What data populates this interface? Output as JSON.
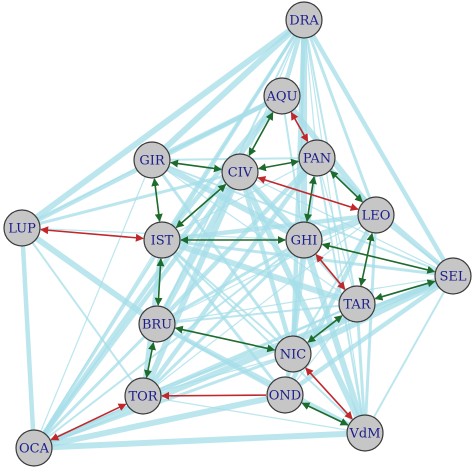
{
  "colors": {
    "background_edges": "#a6dde8",
    "green_edges": "#1e6b2e",
    "red_edges": "#c0282c",
    "node_fill": "#c6c6c6",
    "node_stroke": "#3a3a3a",
    "label": "#1c1c8c"
  },
  "nodes": [
    {
      "id": "DRA",
      "label": "DRA"
    },
    {
      "id": "AQU",
      "label": "AQU"
    },
    {
      "id": "GIR",
      "label": "GIR"
    },
    {
      "id": "CIV",
      "label": "CIV"
    },
    {
      "id": "PAN",
      "label": "PAN"
    },
    {
      "id": "LEO",
      "label": "LEO"
    },
    {
      "id": "LUP",
      "label": "LUP"
    },
    {
      "id": "IST",
      "label": "IST"
    },
    {
      "id": "GHI",
      "label": "GHI"
    },
    {
      "id": "SEL",
      "label": "SEL"
    },
    {
      "id": "TAR",
      "label": "TAR"
    },
    {
      "id": "BRU",
      "label": "BRU"
    },
    {
      "id": "NIC",
      "label": "NIC"
    },
    {
      "id": "TOR",
      "label": "TOR"
    },
    {
      "id": "OND",
      "label": "OND"
    },
    {
      "id": "OCA",
      "label": "OCA"
    },
    {
      "id": "VdM",
      "label": "VdM"
    }
  ],
  "green_edges": [
    {
      "from": "AQU",
      "to": "CIV",
      "directed": "both"
    },
    {
      "from": "GIR",
      "to": "CIV",
      "directed": "both"
    },
    {
      "from": "CIV",
      "to": "PAN",
      "directed": "both"
    },
    {
      "from": "PAN",
      "to": "LEO",
      "directed": "both"
    },
    {
      "from": "CIV",
      "to": "IST",
      "directed": "both"
    },
    {
      "from": "GIR",
      "to": "IST",
      "directed": "both"
    },
    {
      "from": "IST",
      "to": "GHI",
      "directed": "both"
    },
    {
      "from": "PAN",
      "to": "GHI",
      "directed": "both"
    },
    {
      "from": "LEO",
      "to": "TAR",
      "directed": "both"
    },
    {
      "from": "GHI",
      "to": "SEL",
      "directed": "both"
    },
    {
      "from": "TAR",
      "to": "SEL",
      "directed": "both"
    },
    {
      "from": "IST",
      "to": "BRU",
      "directed": "both"
    },
    {
      "from": "BRU",
      "to": "TOR",
      "directed": "both"
    },
    {
      "from": "BRU",
      "to": "NIC",
      "directed": "both"
    },
    {
      "from": "NIC",
      "to": "TAR",
      "directed": "both"
    },
    {
      "from": "OND",
      "to": "VdM",
      "directed": "both"
    }
  ],
  "red_edges": [
    {
      "from": "AQU",
      "to": "PAN",
      "directed": "both"
    },
    {
      "from": "CIV",
      "to": "LEO",
      "directed": "both"
    },
    {
      "from": "LUP",
      "to": "IST",
      "directed": "both"
    },
    {
      "from": "GHI",
      "to": "TAR",
      "directed": "both"
    },
    {
      "from": "OND",
      "to": "TOR",
      "directed": "forward"
    },
    {
      "from": "TOR",
      "to": "OCA",
      "directed": "both"
    },
    {
      "from": "NIC",
      "to": "VdM",
      "directed": "both"
    }
  ],
  "background_edges": [
    [
      "DRA",
      "AQU"
    ],
    [
      "DRA",
      "PAN"
    ],
    [
      "DRA",
      "LEO"
    ],
    [
      "DRA",
      "GHI"
    ],
    [
      "DRA",
      "TAR"
    ],
    [
      "DRA",
      "SEL"
    ],
    [
      "DRA",
      "CIV"
    ],
    [
      "DRA",
      "IST"
    ],
    [
      "DRA",
      "GIR"
    ],
    [
      "DRA",
      "BRU"
    ],
    [
      "DRA",
      "NIC"
    ],
    [
      "DRA",
      "VdM"
    ],
    [
      "DRA",
      "OCA"
    ],
    [
      "DRA",
      "LUP"
    ],
    [
      "SEL",
      "LEO"
    ],
    [
      "SEL",
      "PAN"
    ],
    [
      "SEL",
      "CIV"
    ],
    [
      "SEL",
      "IST"
    ],
    [
      "SEL",
      "NIC"
    ],
    [
      "SEL",
      "VdM"
    ],
    [
      "SEL",
      "OND"
    ],
    [
      "SEL",
      "BRU"
    ],
    [
      "SEL",
      "TOR"
    ],
    [
      "SEL",
      "OCA"
    ],
    [
      "SEL",
      "GIR"
    ],
    [
      "OCA",
      "LUP"
    ],
    [
      "OCA",
      "IST"
    ],
    [
      "OCA",
      "BRU"
    ],
    [
      "OCA",
      "VdM"
    ],
    [
      "OCA",
      "GHI"
    ],
    [
      "OCA",
      "CIV"
    ],
    [
      "OCA",
      "GIR"
    ],
    [
      "OCA",
      "NIC"
    ],
    [
      "OCA",
      "OND"
    ],
    [
      "OCA",
      "TAR"
    ],
    [
      "OCA",
      "AQU"
    ],
    [
      "LUP",
      "GIR"
    ],
    [
      "LUP",
      "CIV"
    ],
    [
      "LUP",
      "BRU"
    ],
    [
      "LUP",
      "TOR"
    ],
    [
      "LUP",
      "AQU"
    ],
    [
      "LUP",
      "GHI"
    ],
    [
      "VdM",
      "TAR"
    ],
    [
      "VdM",
      "GHI"
    ],
    [
      "VdM",
      "IST"
    ],
    [
      "VdM",
      "BRU"
    ],
    [
      "VdM",
      "TOR"
    ],
    [
      "VdM",
      "LEO"
    ],
    [
      "VdM",
      "CIV"
    ],
    [
      "VdM",
      "PAN"
    ],
    [
      "TOR",
      "IST"
    ],
    [
      "TOR",
      "NIC"
    ],
    [
      "TOR",
      "GHI"
    ],
    [
      "TOR",
      "CIV"
    ],
    [
      "TOR",
      "TAR"
    ],
    [
      "TOR",
      "PAN"
    ],
    [
      "TOR",
      "LEO"
    ],
    [
      "BRU",
      "GHI"
    ],
    [
      "BRU",
      "CIV"
    ],
    [
      "BRU",
      "TAR"
    ],
    [
      "BRU",
      "PAN"
    ],
    [
      "BRU",
      "LEO"
    ],
    [
      "BRU",
      "OND"
    ],
    [
      "IST",
      "TAR"
    ],
    [
      "IST",
      "NIC"
    ],
    [
      "IST",
      "LEO"
    ],
    [
      "IST",
      "PAN"
    ],
    [
      "IST",
      "OND"
    ],
    [
      "GIR",
      "GHI"
    ],
    [
      "GIR",
      "PAN"
    ],
    [
      "GIR",
      "AQU"
    ],
    [
      "GIR",
      "TAR"
    ],
    [
      "GIR",
      "NIC"
    ],
    [
      "CIV",
      "GHI"
    ],
    [
      "CIV",
      "TAR"
    ],
    [
      "CIV",
      "NIC"
    ],
    [
      "GHI",
      "NIC"
    ],
    [
      "GHI",
      "OND"
    ],
    [
      "GHI",
      "LEO"
    ],
    [
      "LEO",
      "NIC"
    ],
    [
      "LEO",
      "OND"
    ],
    [
      "PAN",
      "TAR"
    ],
    [
      "PAN",
      "NIC"
    ],
    [
      "AQU",
      "LEO"
    ],
    [
      "AQU",
      "GHI"
    ],
    [
      "AQU",
      "IST"
    ],
    [
      "OND",
      "TAR"
    ],
    [
      "OND",
      "NIC"
    ]
  ]
}
